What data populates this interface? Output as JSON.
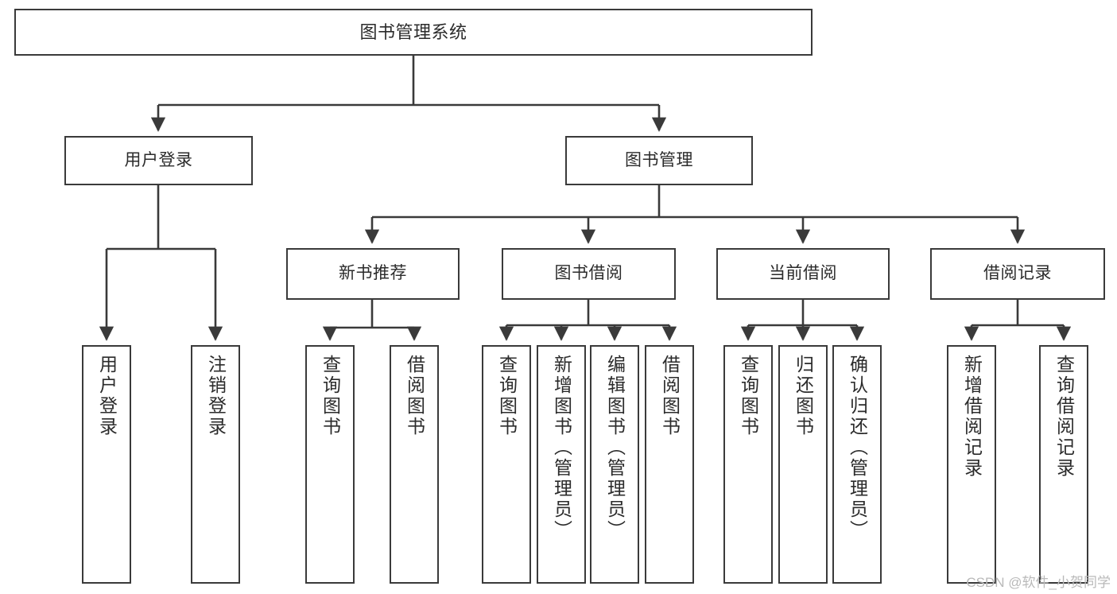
{
  "diagram": {
    "type": "tree",
    "title": "图书管理系统",
    "orientation": "top-down",
    "line_color": "#3a3a3a",
    "box_fill": "#ffffff",
    "text_color": "#2b2b2b"
  },
  "nodes": {
    "root": {
      "label": "图书管理系统",
      "level": 1
    },
    "user_login": {
      "label": "用户登录",
      "level": 2
    },
    "book_manage": {
      "label": "图书管理",
      "level": 2
    },
    "new_book_rec": {
      "label": "新书推荐",
      "level": 3
    },
    "book_borrow": {
      "label": "图书借阅",
      "level": 3
    },
    "current_borrow": {
      "label": "当前借阅",
      "level": 3
    },
    "borrow_record": {
      "label": "借阅记录",
      "level": 3
    },
    "leaf_user_login": {
      "label": "用户登录",
      "level": 4
    },
    "leaf_logout": {
      "label": "注销登录",
      "level": 4
    },
    "leaf_query_book_1": {
      "label": "查询图书",
      "level": 4
    },
    "leaf_borrow_book_1": {
      "label": "借阅图书",
      "level": 4
    },
    "leaf_query_book_2": {
      "label": "查询图书",
      "level": 4
    },
    "leaf_add_book": {
      "label": "新增图书（管理员）",
      "level": 4
    },
    "leaf_edit_book": {
      "label": "编辑图书（管理员）",
      "level": 4
    },
    "leaf_borrow_book_2": {
      "label": "借阅图书",
      "level": 4
    },
    "leaf_query_book_3": {
      "label": "查询图书",
      "level": 4
    },
    "leaf_return_book": {
      "label": "归还图书",
      "level": 4
    },
    "leaf_confirm_return": {
      "label": "确认归还（管理员）",
      "level": 4
    },
    "leaf_add_record": {
      "label": "新增借阅记录",
      "level": 4
    },
    "leaf_query_record": {
      "label": "查询借阅记录",
      "level": 4
    }
  },
  "watermark": {
    "text": "CSDN @软件_小贺同学"
  }
}
